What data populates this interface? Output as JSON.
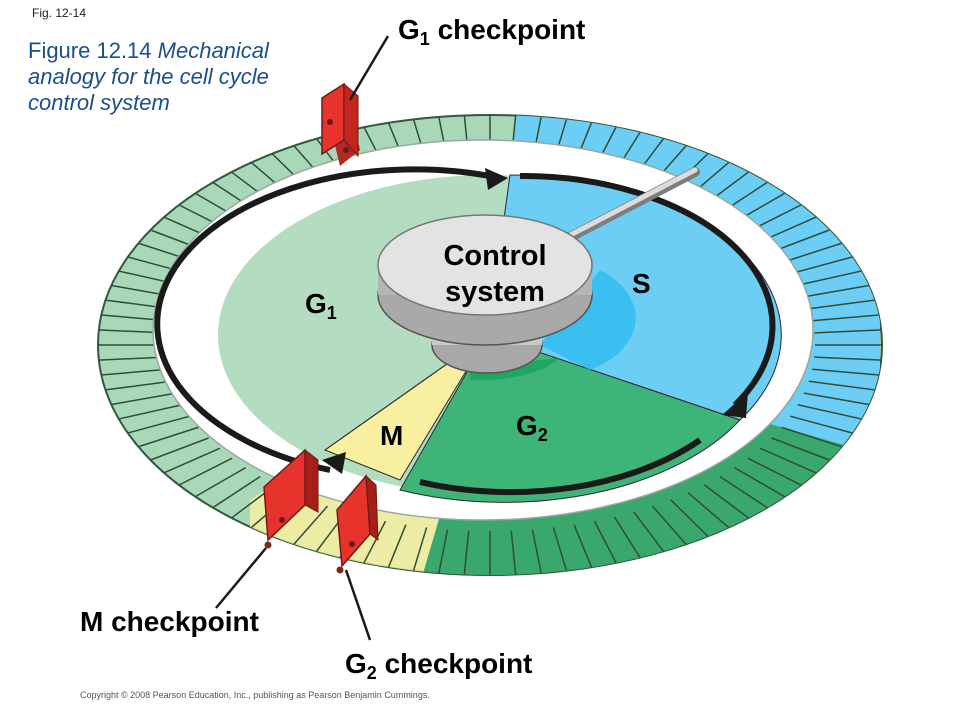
{
  "fig_label": "Fig. 12-14",
  "caption": {
    "prefix": "Figure 12.14 ",
    "italic": "Mechanical analogy for the cell cycle control system"
  },
  "labels": {
    "g1_checkpoint": {
      "base": "G",
      "sub": "1",
      "rest": " checkpoint"
    },
    "m_checkpoint": "M checkpoint",
    "g2_checkpoint": {
      "base": "G",
      "sub": "2",
      "rest": " checkpoint"
    },
    "control_system": [
      "Control",
      "system"
    ],
    "phase_s": "S",
    "phase_g1": {
      "base": "G",
      "sub": "1"
    },
    "phase_g2": {
      "base": "G",
      "sub": "2"
    },
    "phase_m": "M"
  },
  "copyright": "Copyright © 2008 Pearson Education, Inc., publishing as Pearson Benjamin Cummings.",
  "colors": {
    "g1": "#b3dcc0",
    "s": "#6ccdf5",
    "g2": "#3fb478",
    "m": "#f8f0a0",
    "checkpoint": "#e8332c",
    "outer_ring_g1": "#a9d8b8",
    "outer_ring_s": "#6ccdf5",
    "outer_ring_g2": "#3aa86c"
  }
}
